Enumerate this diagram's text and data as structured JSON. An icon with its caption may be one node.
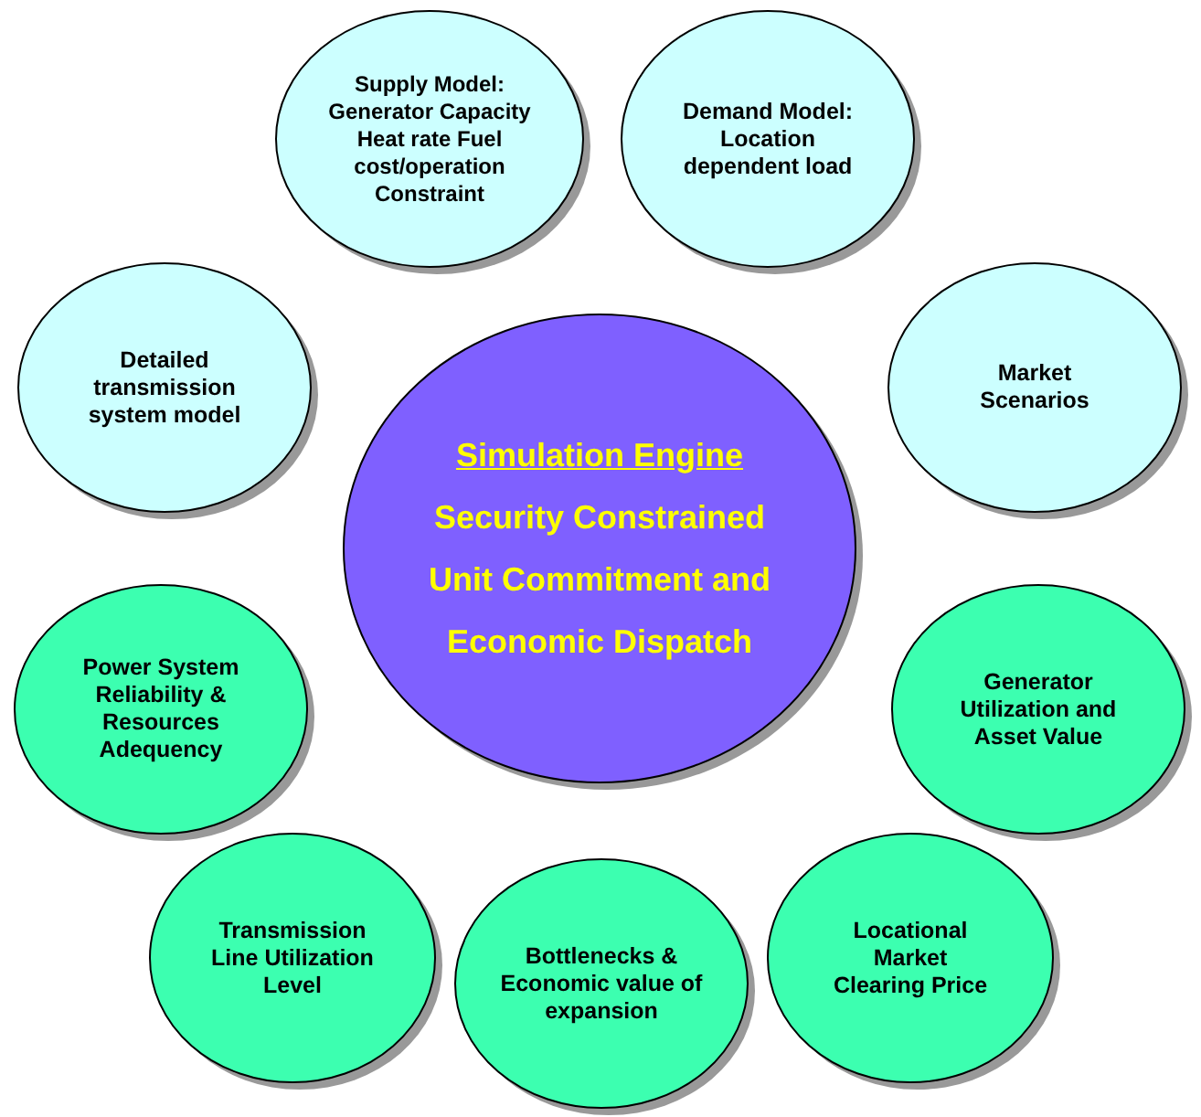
{
  "diagram": {
    "nodes": [
      {
        "text": [
          "Supply Model: Generator Capacity Heat rate Fuel cost/operation Constraint"
        ]
      },
      {
        "text": [
          "Demand Model: Location dependent load"
        ]
      },
      {
        "text": [
          "Detailed transmission system model"
        ]
      },
      {
        "text": [
          "Market Scenarios"
        ]
      },
      {
        "text": [
          "Simulation Engine",
          "Security Constrained Unit Commitment and Economic Dispatch"
        ]
      },
      {
        "text": [
          "Power System Reliability & Resources Adequency"
        ]
      },
      {
        "text": [
          "Generator Utilization and Asset Value"
        ]
      },
      {
        "text": [
          "Transmission Line Utilization Level"
        ]
      },
      {
        "text": [
          "Locational Market Clearing Price"
        ]
      },
      {
        "text": [
          "Bottlenecks & Economic value of expansion"
        ]
      }
    ]
  }
}
